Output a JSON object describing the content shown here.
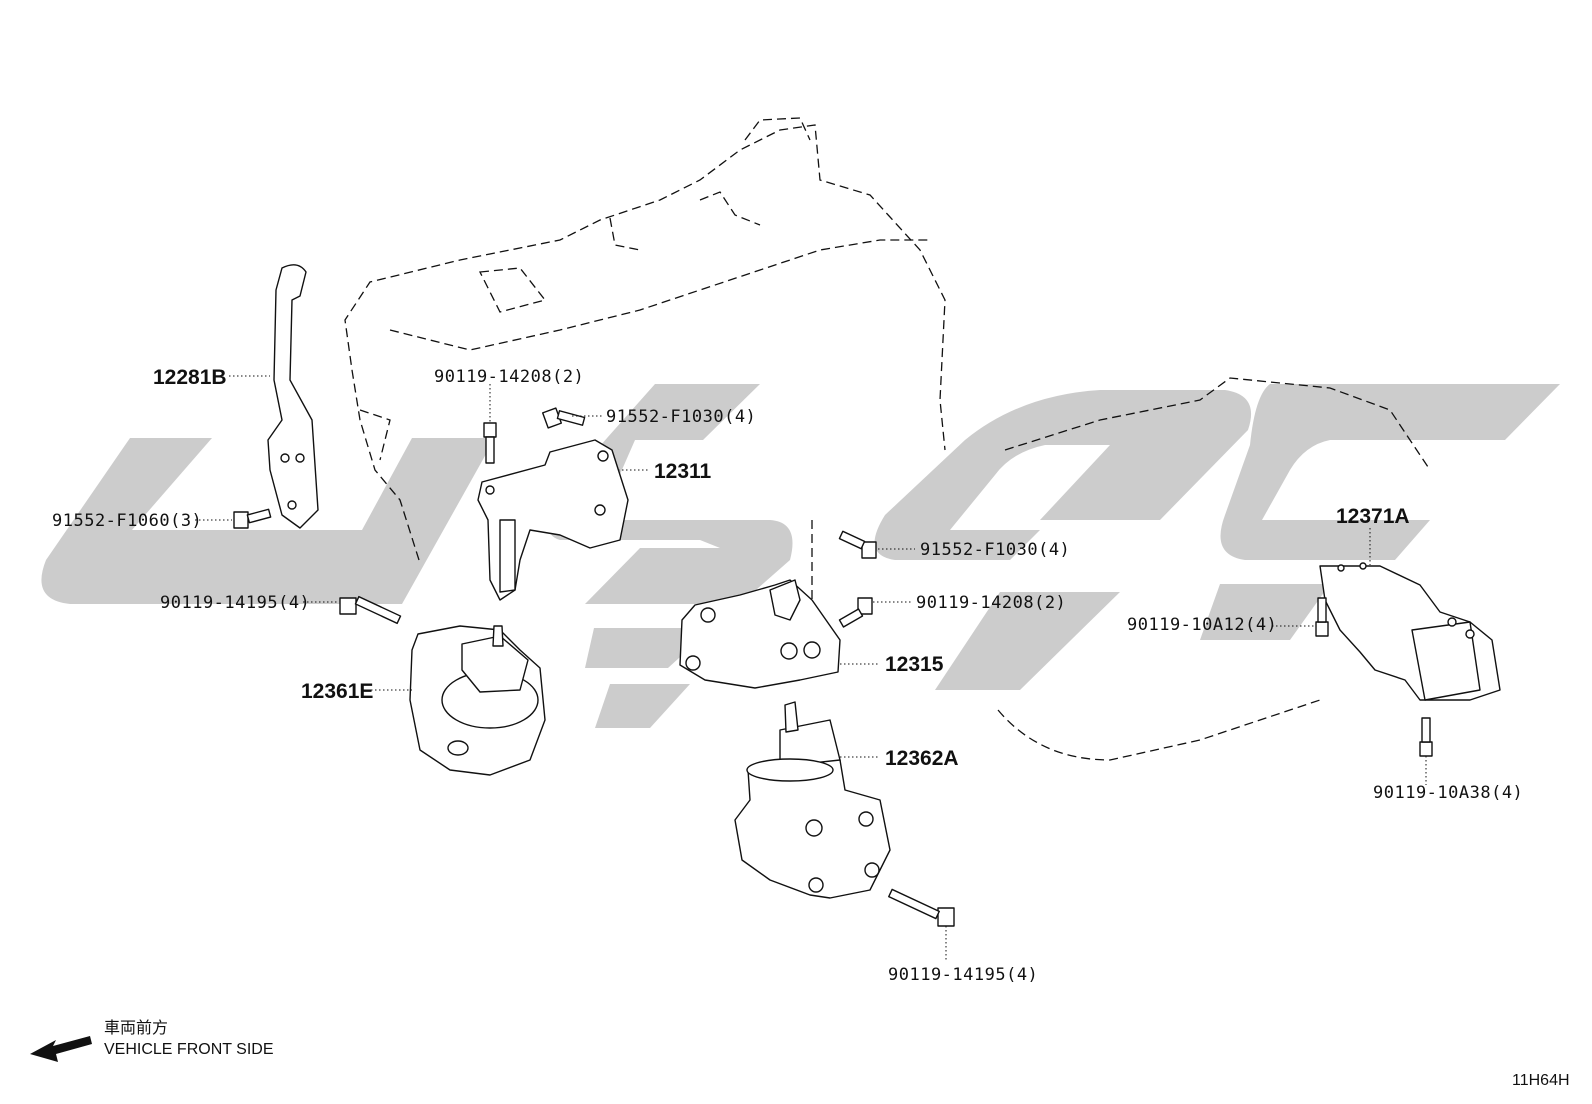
{
  "watermark": {
    "color": "#c8c8c8",
    "fill_opacity": 0.92
  },
  "parts": {
    "p12281B": "12281B",
    "p12311": "12311",
    "p12315": "12315",
    "p12361E": "12361E",
    "p12362A": "12362A",
    "p12371A": "12371A"
  },
  "fasteners": {
    "f1": "90119-14208(2)",
    "f2": "91552-F1030(4)",
    "f3": "91552-F1060(3)",
    "f4": "90119-14195(4)",
    "f5": "91552-F1030(4)",
    "f6": "90119-14208(2)",
    "f7": "90119-10A12(4)",
    "f8": "90119-10A38(4)",
    "f9": "90119-14195(4)"
  },
  "orientation": {
    "japanese": "車両前方",
    "english": "VEHICLE FRONT SIDE",
    "arrow_icon": "arrow-left-icon"
  },
  "drawing_code": "11H64H"
}
